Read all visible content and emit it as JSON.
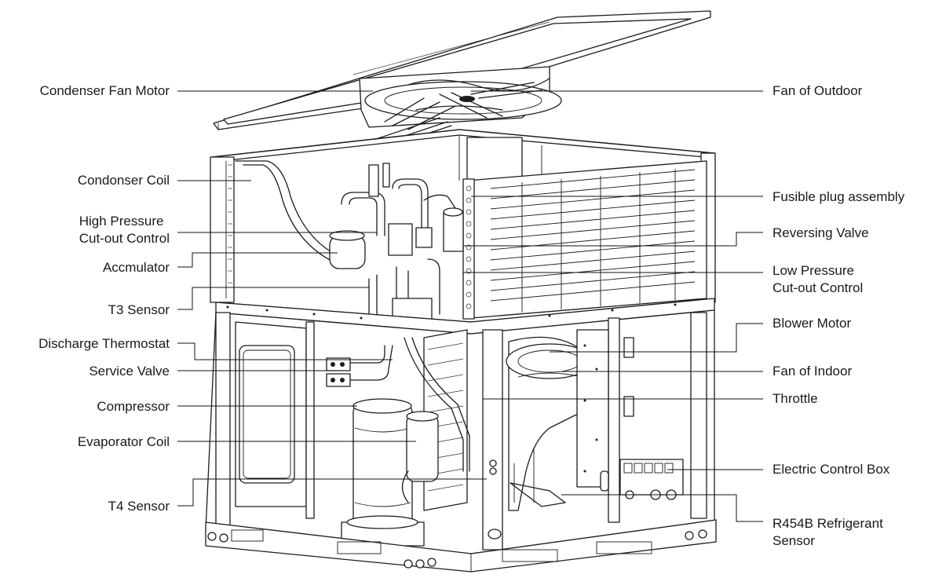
{
  "labels_left": [
    {
      "id": "condenser-fan-motor",
      "text": "Condenser Fan Motor"
    },
    {
      "id": "condonser-coil",
      "text": "Condonser Coil"
    },
    {
      "id": "high-pressure-cutout",
      "text": "High Pressure\nCut-out Control"
    },
    {
      "id": "accmulator",
      "text": "Accmulator"
    },
    {
      "id": "t3-sensor",
      "text": "T3 Sensor"
    },
    {
      "id": "discharge-thermostat",
      "text": "Discharge Thermostat"
    },
    {
      "id": "service-valve",
      "text": "Service Valve"
    },
    {
      "id": "compressor",
      "text": "Compressor"
    },
    {
      "id": "evaporator-coil",
      "text": "Evaporator Coil"
    },
    {
      "id": "t4-sensor",
      "text": "T4 Sensor"
    }
  ],
  "labels_right": [
    {
      "id": "fan-of-outdoor",
      "text": "Fan of Outdoor"
    },
    {
      "id": "fusible-plug",
      "text": "Fusible plug assembly"
    },
    {
      "id": "reversing-valve",
      "text": "Reversing Valve"
    },
    {
      "id": "low-pressure-cutout",
      "text": "Low Pressure\nCut-out Control"
    },
    {
      "id": "blower-motor",
      "text": "Blower Motor"
    },
    {
      "id": "fan-of-indoor",
      "text": "Fan of Indoor"
    },
    {
      "id": "throttle",
      "text": "Throttle"
    },
    {
      "id": "electric-control-box",
      "text": "Electric Control Box"
    },
    {
      "id": "r454b-sensor",
      "text": "R454B Refrigerant\nSensor"
    }
  ]
}
